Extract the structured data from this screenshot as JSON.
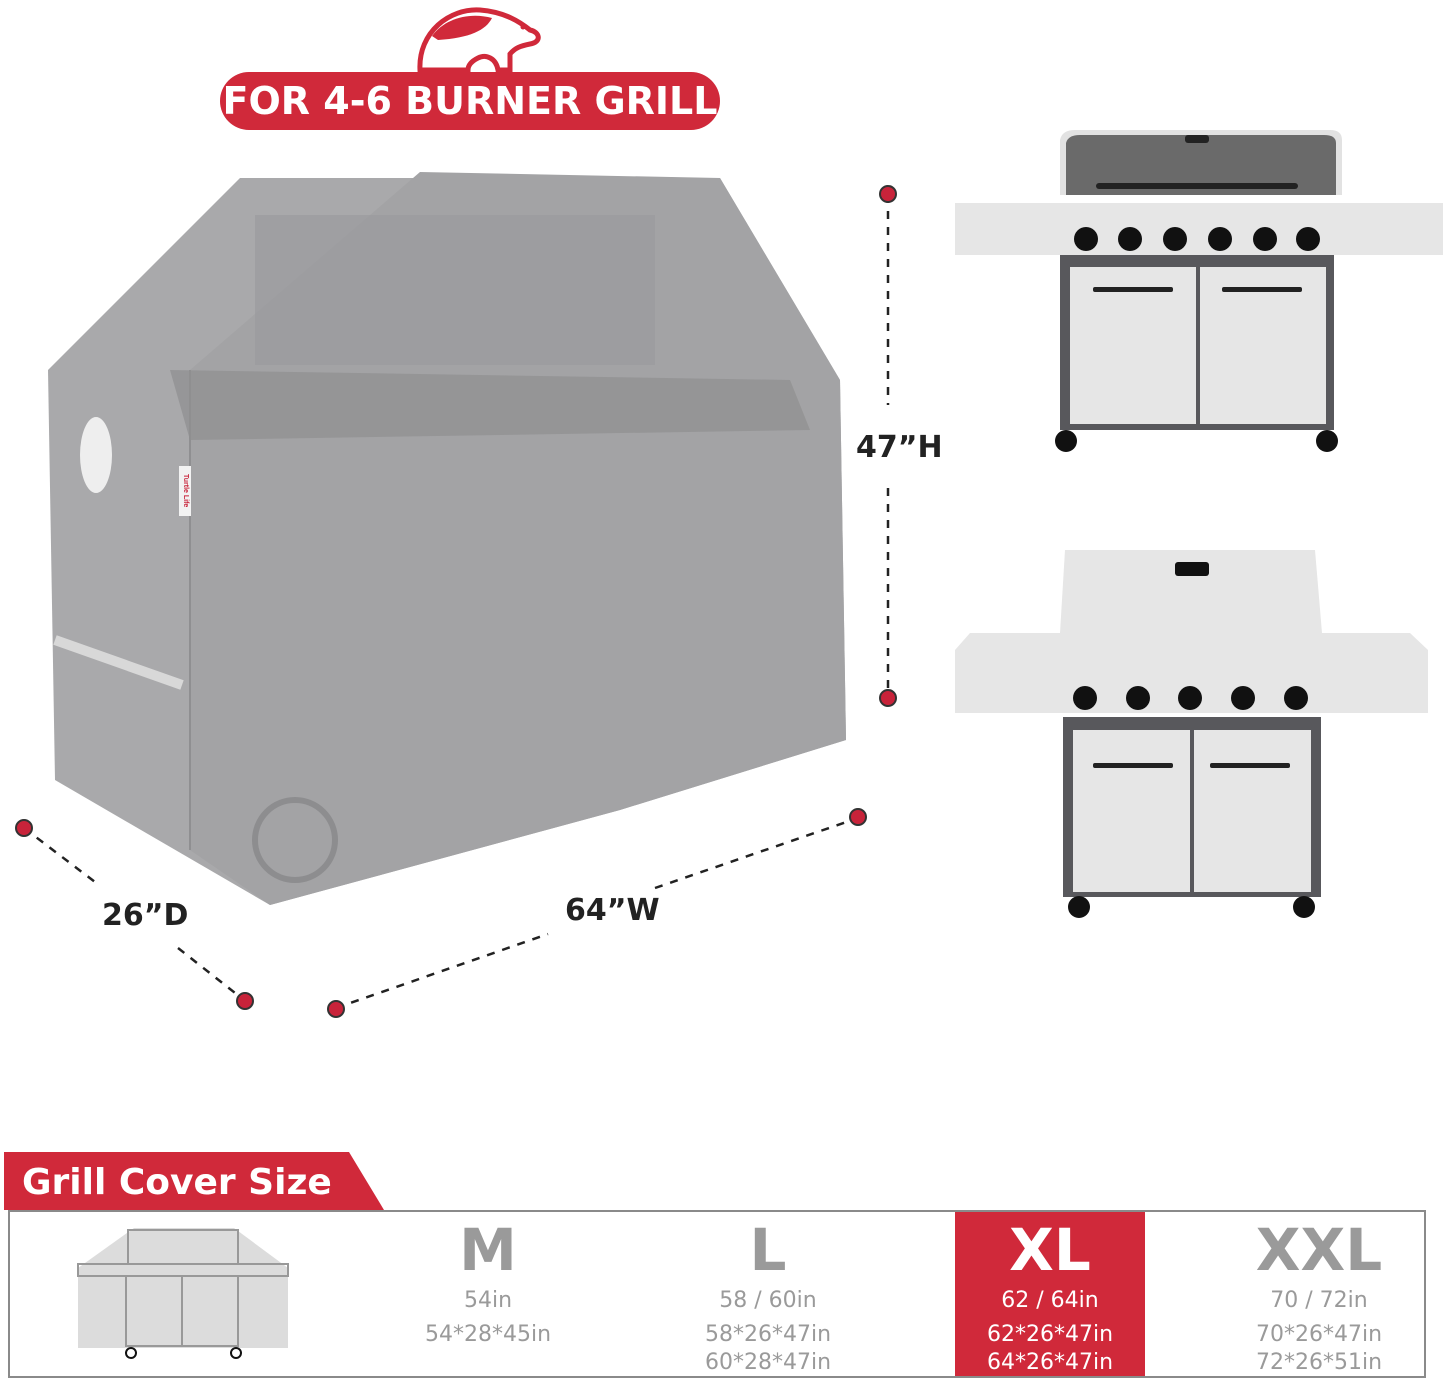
{
  "logo": {
    "name": "turtle-logo"
  },
  "banner": {
    "text": "FOR 4-6 BURNER GRILL"
  },
  "dimensions": {
    "height": "47”H",
    "width": "64”W",
    "depth": "26”D"
  },
  "cover_label": "Turtle Life",
  "size_section": {
    "title": "Grill Cover Size",
    "sizes": [
      {
        "label": "M",
        "length": "54in",
        "dims": [
          "54*28*45in"
        ],
        "selected": false
      },
      {
        "label": "L",
        "length": "58 / 60in",
        "dims": [
          "58*26*47in",
          "60*28*47in"
        ],
        "selected": false
      },
      {
        "label": "XL",
        "length": "62 / 64in",
        "dims": [
          "62*26*47in",
          "64*26*47in"
        ],
        "selected": true
      },
      {
        "label": "XXL",
        "length": "70 / 72in",
        "dims": [
          "70*26*47in",
          "72*26*51in"
        ],
        "selected": false
      }
    ]
  },
  "colors": {
    "accent": "#d0293a",
    "cover": "#a9a9ab",
    "grill_frame": "#58585c"
  }
}
